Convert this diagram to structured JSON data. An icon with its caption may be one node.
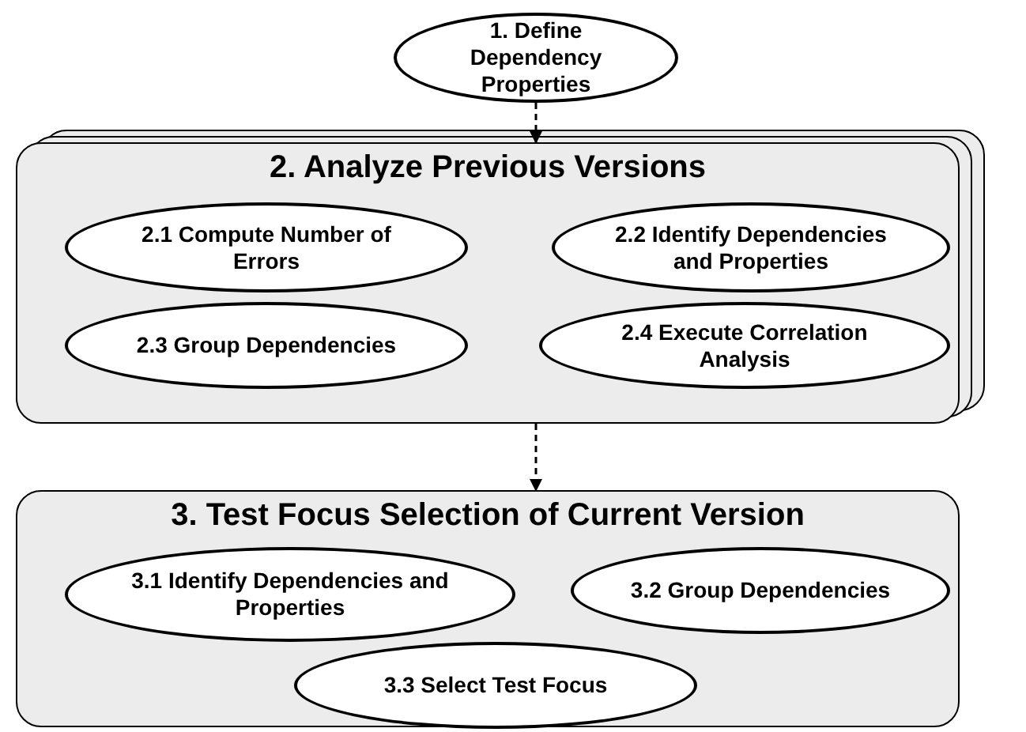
{
  "diagram": {
    "nodes": [
      {
        "text": [
          "1. Define Dependency Properties"
        ]
      },
      {
        "text": [
          "2. Analyze Previous Versions"
        ]
      },
      {
        "text": [
          "2.1 Compute Number of Errors"
        ],
        "in": 1
      },
      {
        "text": [
          "2.2 Identify Dependencies and Properties"
        ],
        "in": 1
      },
      {
        "text": [
          "2.3 Group Dependencies"
        ],
        "in": 1
      },
      {
        "text": [
          "2.4 Execute Correlation Analysis"
        ],
        "in": 1
      },
      {
        "text": [
          "3. Test Focus Selection of Current Version"
        ]
      },
      {
        "text": [
          "3.1 Identify Dependencies and Properties"
        ],
        "in": 6
      },
      {
        "text": [
          "3.2 Group Dependencies"
        ],
        "in": 6
      },
      {
        "text": [
          "3.3 Select Test Focus"
        ],
        "in": 6
      }
    ],
    "edges": [
      {
        "from": 0,
        "to": 1,
        "arrow": "to",
        "style": "dashed"
      },
      {
        "from": 1,
        "to": 6,
        "arrow": "to",
        "style": "dashed"
      }
    ]
  }
}
